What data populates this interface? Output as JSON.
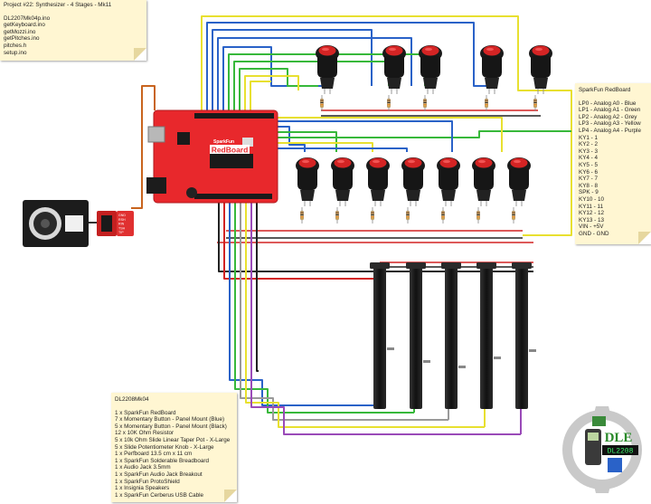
{
  "project_note": {
    "title": "Project #22: Synthesizer - 4 Stages - Mk11",
    "files": [
      "DL2207Mk04p.ino",
      "getKeyboard.ino",
      "getMozzi.ino",
      "getPitches.ino",
      "pitches.h",
      "setup.ino"
    ]
  },
  "pins_note": {
    "title": "SparkFun RedBoard",
    "lines": [
      "LP0 - Analog A0 - Blue",
      "LP1 - Analog A1 - Green",
      "LP2 - Analog A2 - Grey",
      "LP3 - Analog A3 - Yellow",
      "LP4 - Analog A4 - Purple",
      "KY1 - 1",
      "KY2 - 2",
      "KY3 - 3",
      "KY4 - 4",
      "KY5 - 5",
      "KY6 - 6",
      "KY7 - 7",
      "KY8 - 8",
      "SPK - 9",
      "KY10 - 10",
      "KY11 - 11",
      "KY12 - 12",
      "KY13 - 13",
      "VIN - +5V",
      "GND - GND"
    ]
  },
  "bom_note": {
    "title": "DL2208Mk04",
    "lines": [
      "1 x SparkFun RedBoard",
      "7 x Momentary Button - Panel Mount (Blue)",
      "5 x Momentary Button - Panel Mount (Black)",
      "12 x 10K Ohm Resistor",
      "5 x 10k Ohm Slide Linear Taper Pot - X-Large",
      "5 x Slide Potentiometer Knob - X-Large",
      "1 x Perfboard 13.5 cm x 11 cm",
      "1 x SparkFun Solderable Breadboard",
      "1 x Audio Jack 3.5mm",
      "1 x SparkFun Audio Jack Breakout",
      "1 x SparkFun ProtoShield",
      "1 x Insignia Speakers",
      "1 x SparkFun Cerberus USB Cable"
    ]
  },
  "board": {
    "brand": "SparkFun",
    "name": "RedBoard",
    "color": "#e8282c"
  },
  "audio_breakout_pins": [
    "GND",
    "RSH",
    "RIN",
    "TSH",
    "TIP"
  ],
  "logo": {
    "text": "DLE",
    "display": "DL2208"
  },
  "colors": {
    "wire_blue": "#2a62c8",
    "wire_green": "#37b83a",
    "wire_grey": "#9a9a9a",
    "wire_yellow": "#e8e030",
    "wire_purple": "#9a4ab8",
    "wire_red": "#d22222",
    "wire_black": "#222222",
    "wire_orange": "#c8641e",
    "button_red": "#d42424",
    "note_bg": "#fff6d2"
  }
}
